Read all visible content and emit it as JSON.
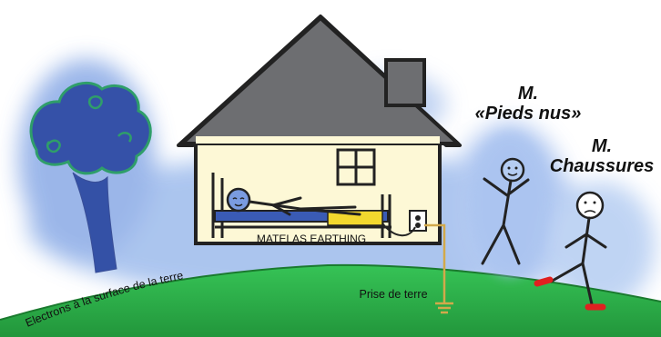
{
  "labels": {
    "pieds_nus_line1": "M.",
    "pieds_nus_line2": "«Pieds nus»",
    "chaussures_line1": "M.",
    "chaussures_line2": "Chaussures",
    "matelas": "MATELAS EARTHING",
    "prise_de_terre": "Prise de terre",
    "electrons": "Electrons à la surface de la terre"
  },
  "colors": {
    "glow": "#8fb0ea",
    "ground": "#2fb34a",
    "roof": "#6d6e71",
    "wall": "#fdf8d6",
    "mattress": "#f2d82e",
    "wire": "#d2a94b",
    "shoes": "#e02020",
    "tree_outline": "#2f9e6a"
  }
}
